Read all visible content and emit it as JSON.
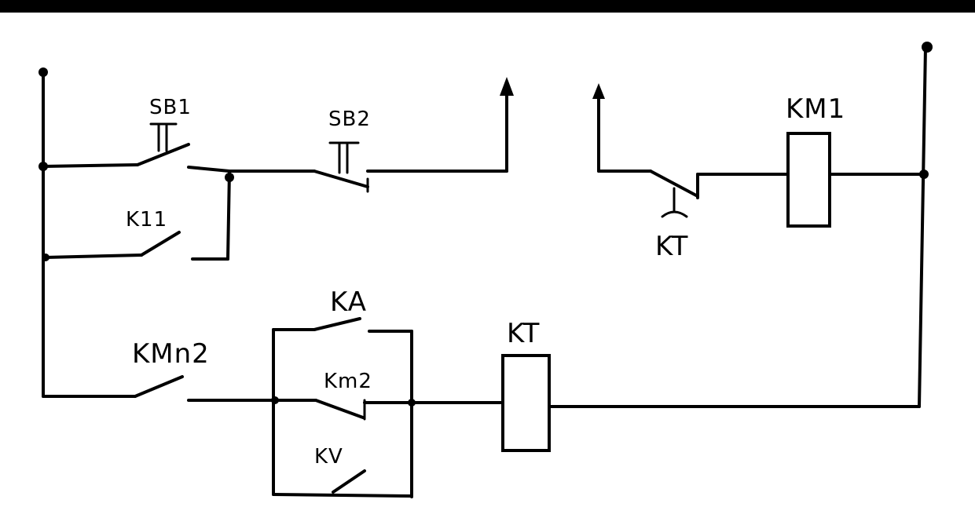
{
  "diagram": {
    "labels": {
      "sb1": "SB1",
      "sb2": "SB2",
      "k11": "K11",
      "km1": "KM1",
      "kt_contact": "KT",
      "ka": "KA",
      "kmn2": "KMn2",
      "km2": "Km2",
      "kv": "KV",
      "kt_coil": "KT"
    }
  }
}
